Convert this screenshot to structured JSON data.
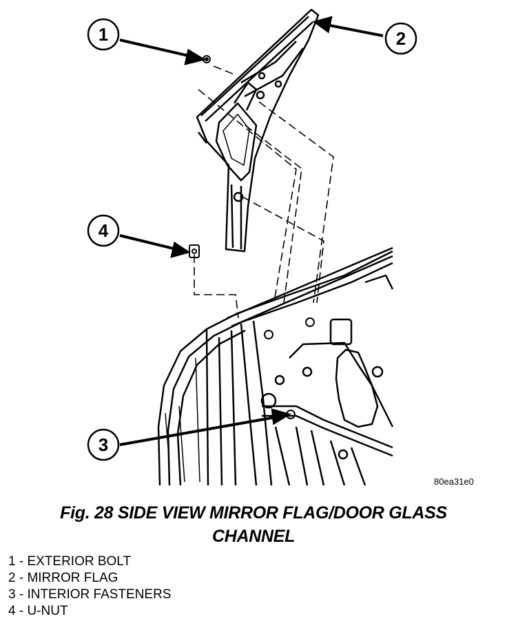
{
  "image_id": "80ea31e0",
  "caption": {
    "line1": "Fig. 28 SIDE VIEW MIRROR FLAG/DOOR GLASS",
    "line2": "CHANNEL"
  },
  "callouts": [
    {
      "number": "1"
    },
    {
      "number": "2"
    },
    {
      "number": "3"
    },
    {
      "number": "4"
    }
  ],
  "legend": [
    {
      "text": "1 - EXTERIOR BOLT"
    },
    {
      "text": "2 - MIRROR FLAG"
    },
    {
      "text": "3 - INTERIOR FASTENERS"
    },
    {
      "text": "4 - U-NUT"
    }
  ]
}
